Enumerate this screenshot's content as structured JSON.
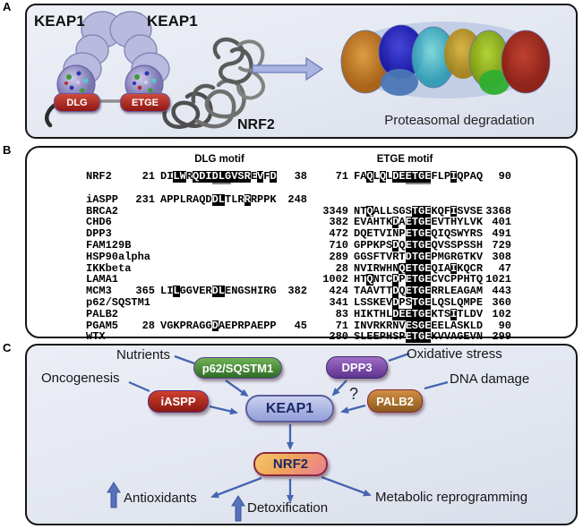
{
  "panelA": {
    "label": "A",
    "keap1_left": "KEAP1",
    "keap1_right": "KEAP1",
    "dlg_pill": "DLG",
    "etge_pill": "ETGE",
    "nrf2": "NRF2",
    "caption": "Proteasomal degradation"
  },
  "panelB": {
    "label": "B",
    "dlg_header": "DLG motif",
    "etge_header": "ETGE motif",
    "rows": [
      {
        "name": "NRF2",
        "gap_after": true,
        "dlg": {
          "start": "21",
          "end": "38",
          "segs": [
            [
              "DI",
              ""
            ],
            [
              "LW",
              "h"
            ],
            [
              "R",
              ""
            ],
            [
              "QDI",
              "h"
            ],
            [
              "DLG",
              "hu"
            ],
            [
              "VSR",
              "h"
            ],
            [
              "E",
              ""
            ],
            [
              "V",
              "h"
            ],
            [
              "F",
              ""
            ],
            [
              "D",
              "h"
            ]
          ]
        },
        "etge": {
          "start": "71",
          "end": "90",
          "segs": [
            [
              "FA",
              ""
            ],
            [
              "Q",
              "h"
            ],
            [
              "L",
              ""
            ],
            [
              "Q",
              "h"
            ],
            [
              "L",
              ""
            ],
            [
              "DE",
              "h"
            ],
            [
              "ETGE",
              "hu"
            ],
            [
              "FLP",
              ""
            ],
            [
              "I",
              "h"
            ],
            [
              "QPAQ",
              ""
            ]
          ]
        }
      },
      {
        "name": "iASPP",
        "dlg": {
          "start": "231",
          "end": "248",
          "segs": [
            [
              "APPLRAQD",
              ""
            ],
            [
              "DL",
              "h"
            ],
            [
              "TLR",
              ""
            ],
            [
              "R",
              "h"
            ],
            [
              "RPPK",
              ""
            ]
          ]
        },
        "etge": null
      },
      {
        "name": "BRCA2",
        "dlg": null,
        "etge": {
          "start": "3349",
          "end": "3368",
          "segs": [
            [
              "NT",
              ""
            ],
            [
              "Q",
              "h"
            ],
            [
              "ALLSGS",
              ""
            ],
            [
              "TGE",
              "h"
            ],
            [
              "KQF",
              ""
            ],
            [
              "I",
              "h"
            ],
            [
              "SVSE",
              ""
            ]
          ]
        }
      },
      {
        "name": "CHD6",
        "dlg": null,
        "etge": {
          "start": "382",
          "end": "401",
          "segs": [
            [
              "EVAHTK",
              ""
            ],
            [
              "D",
              "h"
            ],
            [
              "A",
              ""
            ],
            [
              "ETGE",
              "h"
            ],
            [
              "EVTHYLVK",
              ""
            ]
          ]
        }
      },
      {
        "name": "DPP3",
        "dlg": null,
        "etge": {
          "start": "472",
          "end": "491",
          "segs": [
            [
              "DQETVINP",
              ""
            ],
            [
              "ETGE",
              "h"
            ],
            [
              "QIQSWYRS",
              ""
            ]
          ]
        }
      },
      {
        "name": "FAM129B",
        "dlg": null,
        "etge": {
          "start": "710",
          "end": "729",
          "segs": [
            [
              "GPPKPS",
              ""
            ],
            [
              "D",
              "h"
            ],
            [
              "Q",
              ""
            ],
            [
              "ETGE",
              "h"
            ],
            [
              "QVSSPSSH",
              ""
            ]
          ]
        }
      },
      {
        "name": "HSP90alpha",
        "dlg": null,
        "etge": {
          "start": "289",
          "end": "308",
          "segs": [
            [
              "GGSFTVRT",
              ""
            ],
            [
              "D",
              "h"
            ],
            [
              "TGE",
              "h"
            ],
            [
              "PMGRGTKV",
              ""
            ]
          ]
        }
      },
      {
        "name": "IKKbeta",
        "dlg": null,
        "etge": {
          "start": "28",
          "end": "47",
          "segs": [
            [
              "NVIRWHN",
              ""
            ],
            [
              "Q",
              "h"
            ],
            [
              "ETGE",
              "h"
            ],
            [
              "QIA",
              ""
            ],
            [
              "I",
              "h"
            ],
            [
              "KQCR",
              ""
            ]
          ]
        }
      },
      {
        "name": "LAMA1",
        "dlg": null,
        "etge": {
          "start": "1002",
          "end": "1021",
          "segs": [
            [
              "HT",
              ""
            ],
            [
              "Q",
              "h"
            ],
            [
              "NTC",
              ""
            ],
            [
              "D",
              "h"
            ],
            [
              "P",
              ""
            ],
            [
              "ETGE",
              "h"
            ],
            [
              "CVCPPHTQ",
              ""
            ]
          ]
        }
      },
      {
        "name": "MCM3",
        "dlg": {
          "start": "365",
          "end": "382",
          "segs": [
            [
              "LI",
              ""
            ],
            [
              "L",
              "h"
            ],
            [
              "GGVER",
              ""
            ],
            [
              "DL",
              "h"
            ],
            [
              "ENGSHIRG",
              ""
            ]
          ]
        },
        "etge": {
          "start": "424",
          "end": "443",
          "segs": [
            [
              "TAAVTT",
              ""
            ],
            [
              "D",
              "h"
            ],
            [
              "Q",
              ""
            ],
            [
              "ETGE",
              "h"
            ],
            [
              "RRLEAGAM",
              ""
            ]
          ]
        }
      },
      {
        "name": "p62/SQSTM1",
        "dlg": null,
        "etge": {
          "start": "341",
          "end": "360",
          "segs": [
            [
              "LSSKEV",
              ""
            ],
            [
              "D",
              "h"
            ],
            [
              "PS",
              ""
            ],
            [
              "TGE",
              "h"
            ],
            [
              "LQSLQMPE",
              ""
            ]
          ]
        }
      },
      {
        "name": "PALB2",
        "dlg": null,
        "etge": {
          "start": "83",
          "end": "102",
          "segs": [
            [
              "HIKTHL",
              ""
            ],
            [
              "DEETGE",
              "h"
            ],
            [
              "KTS",
              ""
            ],
            [
              "I",
              "h"
            ],
            [
              "TLDV",
              ""
            ]
          ]
        }
      },
      {
        "name": "PGAM5",
        "dlg": {
          "start": "28",
          "end": "45",
          "segs": [
            [
              "VGKPRAGG",
              ""
            ],
            [
              "D",
              "h"
            ],
            [
              "AEPRPAEPP",
              ""
            ]
          ]
        },
        "etge": {
          "start": "71",
          "end": "90",
          "segs": [
            [
              "INVRKRNV",
              ""
            ],
            [
              "ESGE",
              "h"
            ],
            [
              "EELASKLD",
              ""
            ]
          ]
        }
      },
      {
        "name": "WTX",
        "dlg": null,
        "etge": {
          "start": "280",
          "end": "299",
          "segs": [
            [
              "SLEEPHSP",
              ""
            ],
            [
              "ETGE",
              "h"
            ],
            [
              "KVVAGEVN",
              ""
            ]
          ]
        }
      }
    ]
  },
  "panelC": {
    "label": "C",
    "labels": {
      "nutrients": "Nutrients",
      "oncogenesis": "Oncogenesis",
      "oxidative_stress": "Oxidative stress",
      "dna_damage": "DNA damage",
      "antioxidants": "Antioxidants",
      "detoxification": "Detoxification",
      "metabolic": "Metabolic reprogramming",
      "question_mark": "?"
    },
    "pills": {
      "p62": "p62/SQSTM1",
      "dpp3": "DPP3",
      "iaspp": "iASPP",
      "palb2": "PALB2",
      "keap1": "KEAP1",
      "nrf2": "NRF2"
    },
    "colors": {
      "arrow_blue": "#4565b2",
      "p62_green": "#3f8a3c",
      "dpp3_purple": "#7a4aa8",
      "iaspp_red": "#a81f16",
      "palb2_brown": "#b2702c",
      "keap1_periwinkle": "#aab3e2",
      "nrf2_orange_pink": "#efa55a"
    }
  }
}
